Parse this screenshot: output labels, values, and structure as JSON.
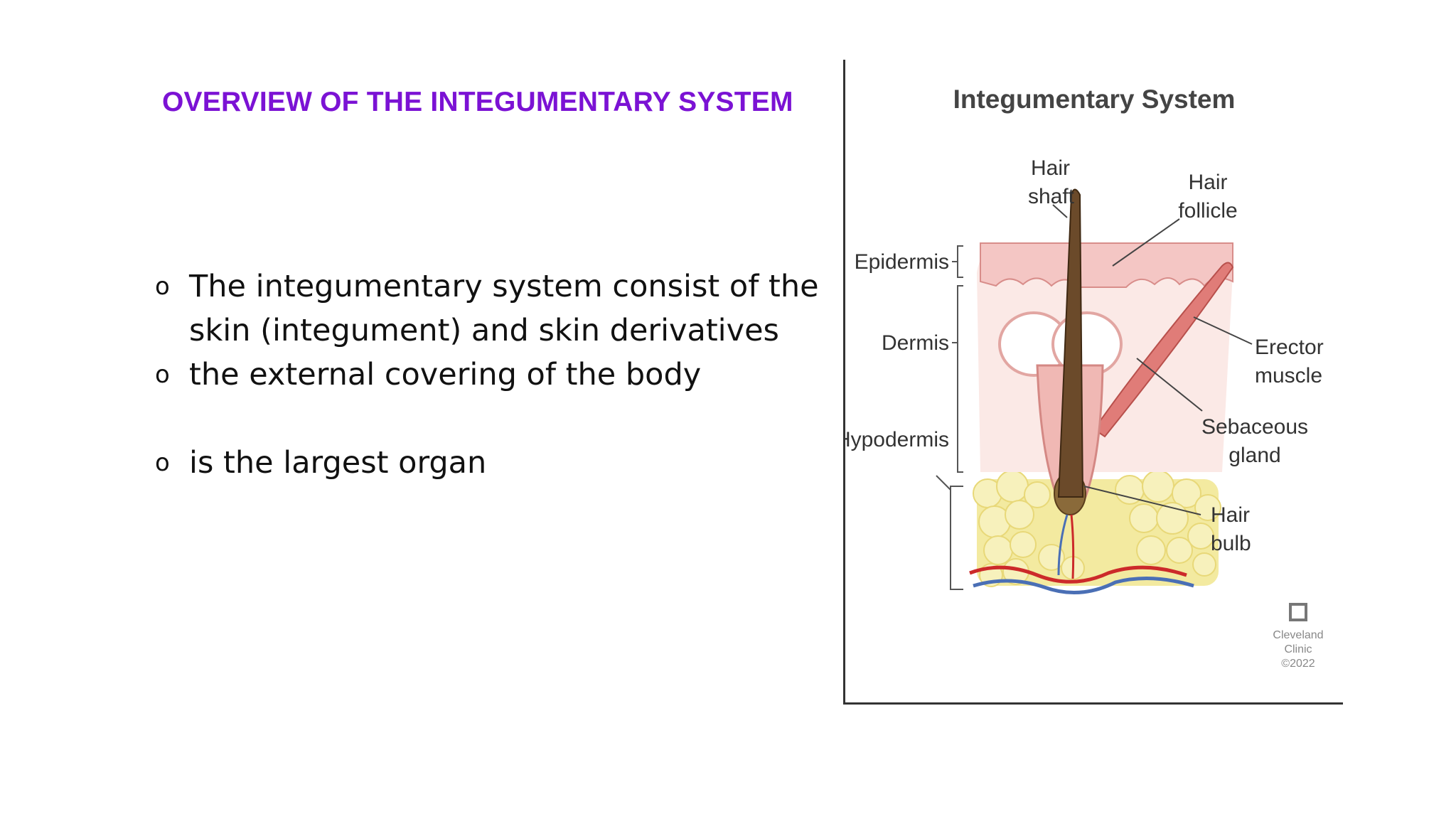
{
  "slide": {
    "title": "OVERVIEW OF THE INTEGUMENTARY SYSTEM",
    "bullets": [
      {
        "marker": "o",
        "text": "The integumentary system  consist of the skin  (integument) and skin  derivatives"
      },
      {
        "marker": "o",
        "text": "the external covering of the  body"
      },
      {
        "marker": "o",
        "text": "is the largest organ"
      }
    ]
  },
  "figure": {
    "title": "Integumentary System",
    "labels": {
      "hair_shaft_1": "Hair",
      "hair_shaft_2": "shaft",
      "hair_follicle_1": "Hair",
      "hair_follicle_2": "follicle",
      "epidermis": "Epidermis",
      "dermis": "Dermis",
      "hypodermis": "Hypodermis",
      "erector_muscle_1": "Erector",
      "erector_muscle_2": "muscle",
      "sebaceous_gland_1": "Sebaceous",
      "sebaceous_gland_2": "gland",
      "hair_bulb_1": "Hair",
      "hair_bulb_2": "bulb"
    },
    "logo": {
      "line1": "Cleveland",
      "line2": "Clinic",
      "line3": "©2022"
    },
    "colors": {
      "title": "#7b12d4",
      "skin": "#f4c6c4",
      "fat": "#f3eaa0",
      "hair": "#6b4a2a",
      "muscle": "#e07c78",
      "artery": "#cc2a2a",
      "vein": "#4a6fb5"
    }
  }
}
